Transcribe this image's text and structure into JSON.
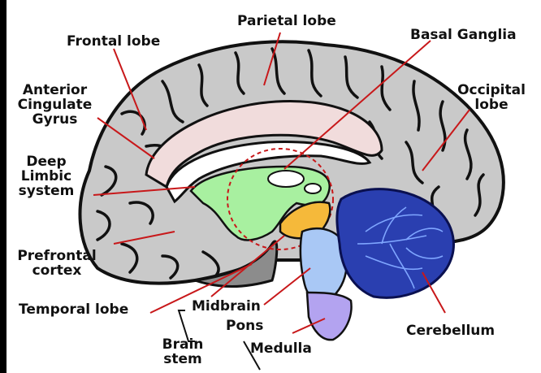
{
  "diagram": {
    "labels": {
      "parietal": "Parietal lobe",
      "frontal": "Frontal lobe",
      "basal_ganglia": "Basal Ganglia",
      "occipital": [
        "Occipital",
        "lobe"
      ],
      "anterior_cingulate": [
        "Anterior",
        "Cingulate",
        "Gyrus"
      ],
      "deep_limbic": [
        "Deep",
        "Limbic",
        "system"
      ],
      "prefrontal": [
        "Prefrontal",
        "cortex"
      ],
      "temporal": "Temporal lobe",
      "midbrain": "Midbrain",
      "pons": "Pons",
      "medulla": "Medulla",
      "brain_stem": [
        "Brain",
        "stem"
      ],
      "cerebellum": "Cerebellum"
    },
    "colors": {
      "cortex": "#c9c9c9",
      "cingulate": "#f1dcdc",
      "limbic": "#a8f0a0",
      "cerebellum": "#2a3fb0",
      "pons": "#a9c8f5",
      "medulla": "#b3a3f0",
      "midbrain": "#f5b93a",
      "pointer": "#c8181a"
    }
  }
}
